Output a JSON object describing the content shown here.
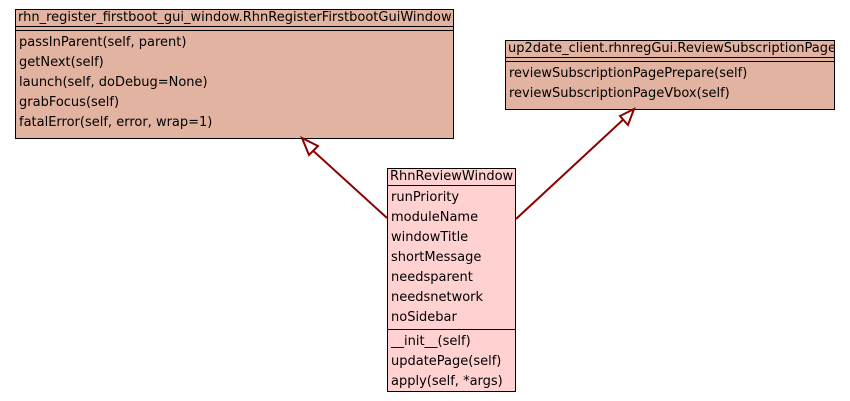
{
  "colors": {
    "base_class_fill": "#e2b3a1",
    "derived_class_fill": "#ffd1d1",
    "edge": "#8b0000",
    "border": "#000000"
  },
  "classes": {
    "base_gui": {
      "name": "rhn_register_firstboot_gui_window.RhnRegisterFirstbootGuiWindow",
      "attributes": [],
      "methods": [
        "passInParent(self, parent)",
        "getNext(self)",
        "launch(self, doDebug=None)",
        "grabFocus(self)",
        "fatalError(self, error, wrap=1)"
      ]
    },
    "review_sub": {
      "name": "up2date_client.rhnregGui.ReviewSubscriptionPage",
      "attributes": [],
      "methods": [
        "reviewSubscriptionPagePrepare(self)",
        "reviewSubscriptionPageVbox(self)"
      ]
    },
    "review_window": {
      "name": "RhnReviewWindow",
      "attributes": [
        "runPriority",
        "moduleName",
        "windowTitle",
        "shortMessage",
        "needsparent",
        "needsnetwork",
        "noSidebar"
      ],
      "methods": [
        "__init__(self)",
        "updatePage(self)",
        "apply(self, *args)"
      ]
    }
  },
  "edges": [
    {
      "from": "review_window",
      "to": "base_gui",
      "kind": "inheritance"
    },
    {
      "from": "review_window",
      "to": "review_sub",
      "kind": "inheritance"
    }
  ]
}
